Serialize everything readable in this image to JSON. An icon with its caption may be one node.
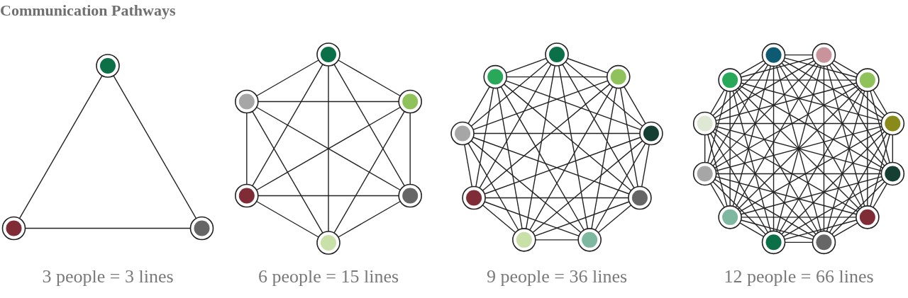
{
  "diagram": {
    "title": "Communication Pathways",
    "nodes": [
      {
        "text": [],
        "shape": "circle"
      },
      {
        "text": [],
        "shape": "circle"
      },
      {
        "text": [],
        "shape": "circle"
      },
      {
        "text": [],
        "shape": "circle"
      },
      {
        "text": [],
        "shape": "circle"
      },
      {
        "text": [],
        "shape": "circle"
      },
      {
        "text": [],
        "shape": "circle"
      },
      {
        "text": [],
        "shape": "circle"
      },
      {
        "text": [],
        "shape": "circle"
      },
      {
        "text": [],
        "shape": "circle"
      },
      {
        "text": [],
        "shape": "circle"
      },
      {
        "text": [],
        "shape": "circle"
      },
      {
        "text": [],
        "shape": "circle"
      },
      {
        "text": [],
        "shape": "circle"
      },
      {
        "text": [],
        "shape": "circle"
      },
      {
        "text": [],
        "shape": "circle"
      },
      {
        "text": [],
        "shape": "circle"
      },
      {
        "text": [],
        "shape": "circle"
      },
      {
        "text": [],
        "shape": "circle"
      },
      {
        "text": [],
        "shape": "circle"
      },
      {
        "text": [],
        "shape": "circle"
      },
      {
        "text": [],
        "shape": "circle"
      },
      {
        "text": [],
        "shape": "circle"
      },
      {
        "text": [],
        "shape": "circle"
      },
      {
        "text": [],
        "shape": "circle"
      },
      {
        "text": [],
        "shape": "circle"
      },
      {
        "text": [],
        "shape": "circle"
      },
      {
        "text": [],
        "shape": "circle"
      },
      {
        "text": [],
        "shape": "circle"
      },
      {
        "text": [],
        "shape": "circle"
      }
    ],
    "edges": [
      {
        "from": 0,
        "to": 1,
        "arrow": "none"
      },
      {
        "from": 0,
        "to": 2,
        "arrow": "none"
      },
      {
        "from": 1,
        "to": 2,
        "arrow": "none"
      },
      {
        "from": 3,
        "to": 4,
        "arrow": "none"
      },
      {
        "from": 3,
        "to": 5,
        "arrow": "none"
      },
      {
        "from": 3,
        "to": 6,
        "arrow": "none"
      },
      {
        "from": 3,
        "to": 7,
        "arrow": "none"
      },
      {
        "from": 3,
        "to": 8,
        "arrow": "none"
      },
      {
        "from": 4,
        "to": 5,
        "arrow": "none"
      },
      {
        "from": 4,
        "to": 6,
        "arrow": "none"
      },
      {
        "from": 4,
        "to": 7,
        "arrow": "none"
      },
      {
        "from": 4,
        "to": 8,
        "arrow": "none"
      },
      {
        "from": 5,
        "to": 6,
        "arrow": "none"
      },
      {
        "from": 5,
        "to": 7,
        "arrow": "none"
      },
      {
        "from": 5,
        "to": 8,
        "arrow": "none"
      },
      {
        "from": 6,
        "to": 7,
        "arrow": "none"
      },
      {
        "from": 6,
        "to": 8,
        "arrow": "none"
      },
      {
        "from": 7,
        "to": 8,
        "arrow": "none"
      },
      {
        "from": 9,
        "to": 10,
        "arrow": "none"
      },
      {
        "from": 9,
        "to": 11,
        "arrow": "none"
      },
      {
        "from": 9,
        "to": 12,
        "arrow": "none"
      },
      {
        "from": 9,
        "to": 13,
        "arrow": "none"
      },
      {
        "from": 9,
        "to": 14,
        "arrow": "none"
      },
      {
        "from": 9,
        "to": 15,
        "arrow": "none"
      },
      {
        "from": 9,
        "to": 16,
        "arrow": "none"
      },
      {
        "from": 9,
        "to": 17,
        "arrow": "none"
      },
      {
        "from": 10,
        "to": 11,
        "arrow": "none"
      },
      {
        "from": 10,
        "to": 12,
        "arrow": "none"
      },
      {
        "from": 10,
        "to": 13,
        "arrow": "none"
      },
      {
        "from": 10,
        "to": 14,
        "arrow": "none"
      },
      {
        "from": 10,
        "to": 15,
        "arrow": "none"
      },
      {
        "from": 10,
        "to": 16,
        "arrow": "none"
      },
      {
        "from": 10,
        "to": 17,
        "arrow": "none"
      },
      {
        "from": 11,
        "to": 12,
        "arrow": "none"
      },
      {
        "from": 11,
        "to": 13,
        "arrow": "none"
      },
      {
        "from": 11,
        "to": 14,
        "arrow": "none"
      },
      {
        "from": 11,
        "to": 15,
        "arrow": "none"
      },
      {
        "from": 11,
        "to": 16,
        "arrow": "none"
      },
      {
        "from": 11,
        "to": 17,
        "arrow": "none"
      },
      {
        "from": 12,
        "to": 13,
        "arrow": "none"
      },
      {
        "from": 12,
        "to": 14,
        "arrow": "none"
      },
      {
        "from": 12,
        "to": 15,
        "arrow": "none"
      },
      {
        "from": 12,
        "to": 16,
        "arrow": "none"
      },
      {
        "from": 12,
        "to": 17,
        "arrow": "none"
      },
      {
        "from": 13,
        "to": 14,
        "arrow": "none"
      },
      {
        "from": 13,
        "to": 15,
        "arrow": "none"
      },
      {
        "from": 13,
        "to": 16,
        "arrow": "none"
      },
      {
        "from": 13,
        "to": 17,
        "arrow": "none"
      },
      {
        "from": 14,
        "to": 15,
        "arrow": "none"
      },
      {
        "from": 14,
        "to": 16,
        "arrow": "none"
      },
      {
        "from": 14,
        "to": 17,
        "arrow": "none"
      },
      {
        "from": 15,
        "to": 16,
        "arrow": "none"
      },
      {
        "from": 15,
        "to": 17,
        "arrow": "none"
      },
      {
        "from": 16,
        "to": 17,
        "arrow": "none"
      },
      {
        "from": 18,
        "to": 19,
        "arrow": "none"
      },
      {
        "from": 18,
        "to": 20,
        "arrow": "none"
      },
      {
        "from": 18,
        "to": 21,
        "arrow": "none"
      },
      {
        "from": 18,
        "to": 22,
        "arrow": "none"
      },
      {
        "from": 18,
        "to": 23,
        "arrow": "none"
      },
      {
        "from": 18,
        "to": 24,
        "arrow": "none"
      },
      {
        "from": 18,
        "to": 25,
        "arrow": "none"
      },
      {
        "from": 18,
        "to": 26,
        "arrow": "none"
      },
      {
        "from": 18,
        "to": 27,
        "arrow": "none"
      },
      {
        "from": 18,
        "to": 28,
        "arrow": "none"
      },
      {
        "from": 18,
        "to": 29,
        "arrow": "none"
      },
      {
        "from": 19,
        "to": 20,
        "arrow": "none"
      },
      {
        "from": 19,
        "to": 21,
        "arrow": "none"
      },
      {
        "from": 19,
        "to": 22,
        "arrow": "none"
      },
      {
        "from": 19,
        "to": 23,
        "arrow": "none"
      },
      {
        "from": 19,
        "to": 24,
        "arrow": "none"
      },
      {
        "from": 19,
        "to": 25,
        "arrow": "none"
      },
      {
        "from": 19,
        "to": 26,
        "arrow": "none"
      },
      {
        "from": 19,
        "to": 27,
        "arrow": "none"
      },
      {
        "from": 19,
        "to": 28,
        "arrow": "none"
      },
      {
        "from": 19,
        "to": 29,
        "arrow": "none"
      },
      {
        "from": 20,
        "to": 21,
        "arrow": "none"
      },
      {
        "from": 20,
        "to": 22,
        "arrow": "none"
      },
      {
        "from": 20,
        "to": 23,
        "arrow": "none"
      },
      {
        "from": 20,
        "to": 24,
        "arrow": "none"
      },
      {
        "from": 20,
        "to": 25,
        "arrow": "none"
      },
      {
        "from": 20,
        "to": 26,
        "arrow": "none"
      },
      {
        "from": 20,
        "to": 27,
        "arrow": "none"
      },
      {
        "from": 20,
        "to": 28,
        "arrow": "none"
      },
      {
        "from": 20,
        "to": 29,
        "arrow": "none"
      },
      {
        "from": 21,
        "to": 22,
        "arrow": "none"
      },
      {
        "from": 21,
        "to": 23,
        "arrow": "none"
      },
      {
        "from": 21,
        "to": 24,
        "arrow": "none"
      },
      {
        "from": 21,
        "to": 25,
        "arrow": "none"
      },
      {
        "from": 21,
        "to": 26,
        "arrow": "none"
      },
      {
        "from": 21,
        "to": 27,
        "arrow": "none"
      },
      {
        "from": 21,
        "to": 28,
        "arrow": "none"
      },
      {
        "from": 21,
        "to": 29,
        "arrow": "none"
      },
      {
        "from": 22,
        "to": 23,
        "arrow": "none"
      },
      {
        "from": 22,
        "to": 24,
        "arrow": "none"
      },
      {
        "from": 22,
        "to": 25,
        "arrow": "none"
      },
      {
        "from": 22,
        "to": 26,
        "arrow": "none"
      },
      {
        "from": 22,
        "to": 27,
        "arrow": "none"
      },
      {
        "from": 22,
        "to": 28,
        "arrow": "none"
      },
      {
        "from": 22,
        "to": 29,
        "arrow": "none"
      },
      {
        "from": 23,
        "to": 24,
        "arrow": "none"
      },
      {
        "from": 23,
        "to": 25,
        "arrow": "none"
      },
      {
        "from": 23,
        "to": 26,
        "arrow": "none"
      },
      {
        "from": 23,
        "to": 27,
        "arrow": "none"
      },
      {
        "from": 23,
        "to": 28,
        "arrow": "none"
      },
      {
        "from": 23,
        "to": 29,
        "arrow": "none"
      },
      {
        "from": 24,
        "to": 25,
        "arrow": "none"
      },
      {
        "from": 24,
        "to": 26,
        "arrow": "none"
      },
      {
        "from": 24,
        "to": 27,
        "arrow": "none"
      },
      {
        "from": 24,
        "to": 28,
        "arrow": "none"
      },
      {
        "from": 24,
        "to": 29,
        "arrow": "none"
      },
      {
        "from": 25,
        "to": 26,
        "arrow": "none"
      },
      {
        "from": 25,
        "to": 27,
        "arrow": "none"
      },
      {
        "from": 25,
        "to": 28,
        "arrow": "none"
      },
      {
        "from": 25,
        "to": 29,
        "arrow": "none"
      },
      {
        "from": 26,
        "to": 27,
        "arrow": "none"
      },
      {
        "from": 26,
        "to": 28,
        "arrow": "none"
      },
      {
        "from": 26,
        "to": 29,
        "arrow": "none"
      },
      {
        "from": 27,
        "to": 28,
        "arrow": "none"
      },
      {
        "from": 27,
        "to": 29,
        "arrow": "none"
      },
      {
        "from": 28,
        "to": 29,
        "arrow": "none"
      }
    ],
    "labels": [
      "3 people = 3 lines",
      "6 people = 15 lines",
      "9 people = 36 lines",
      "12 people = 66 lines"
    ]
  }
}
